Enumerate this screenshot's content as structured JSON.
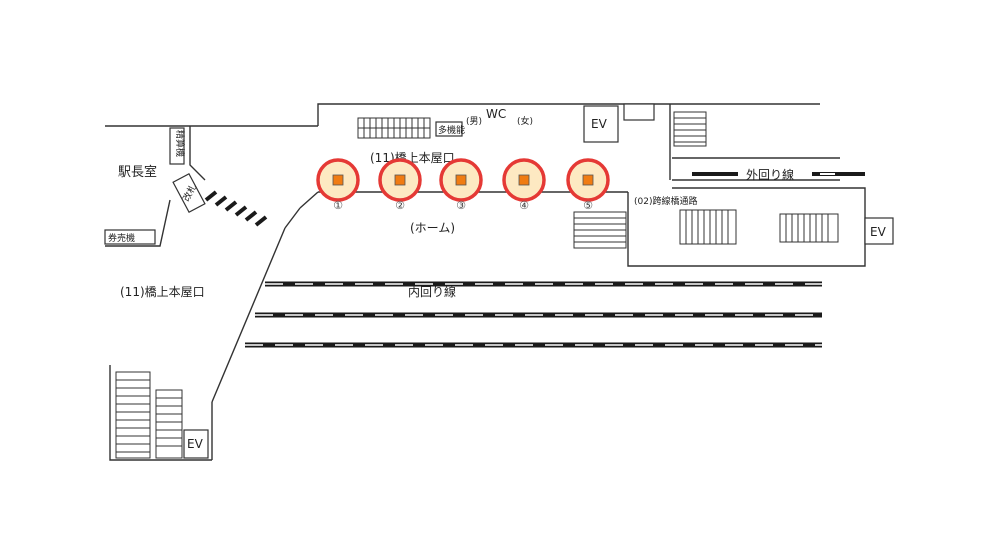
{
  "labels": {
    "station_master": "駅長室",
    "fare_adjust": "精算機",
    "ticket_gate": "改札",
    "ticket_machine": "券売機",
    "exit_upper": "(11)橋上本屋口",
    "exit_left": "(11)橋上本屋口",
    "platform": "(ホーム)",
    "bridge_passage": "(02)跨線橋通路",
    "outer_line": "外回り線",
    "inner_line": "内回り線",
    "wc": "WC",
    "wc_male": "(男)",
    "wc_female": "(女)",
    "wc_multi": "多機能",
    "ev": "EV"
  },
  "markers": [
    {
      "id": "1",
      "label": "①"
    },
    {
      "id": "2",
      "label": "②"
    },
    {
      "id": "3",
      "label": "③"
    },
    {
      "id": "4",
      "label": "④"
    },
    {
      "id": "5",
      "label": "⑤"
    }
  ],
  "colors": {
    "marker_ring": "#e53935",
    "marker_fill": "#fde9c2",
    "marker_core": "#f07c12",
    "rail": "#1a1a1a",
    "wall": "#333333"
  }
}
